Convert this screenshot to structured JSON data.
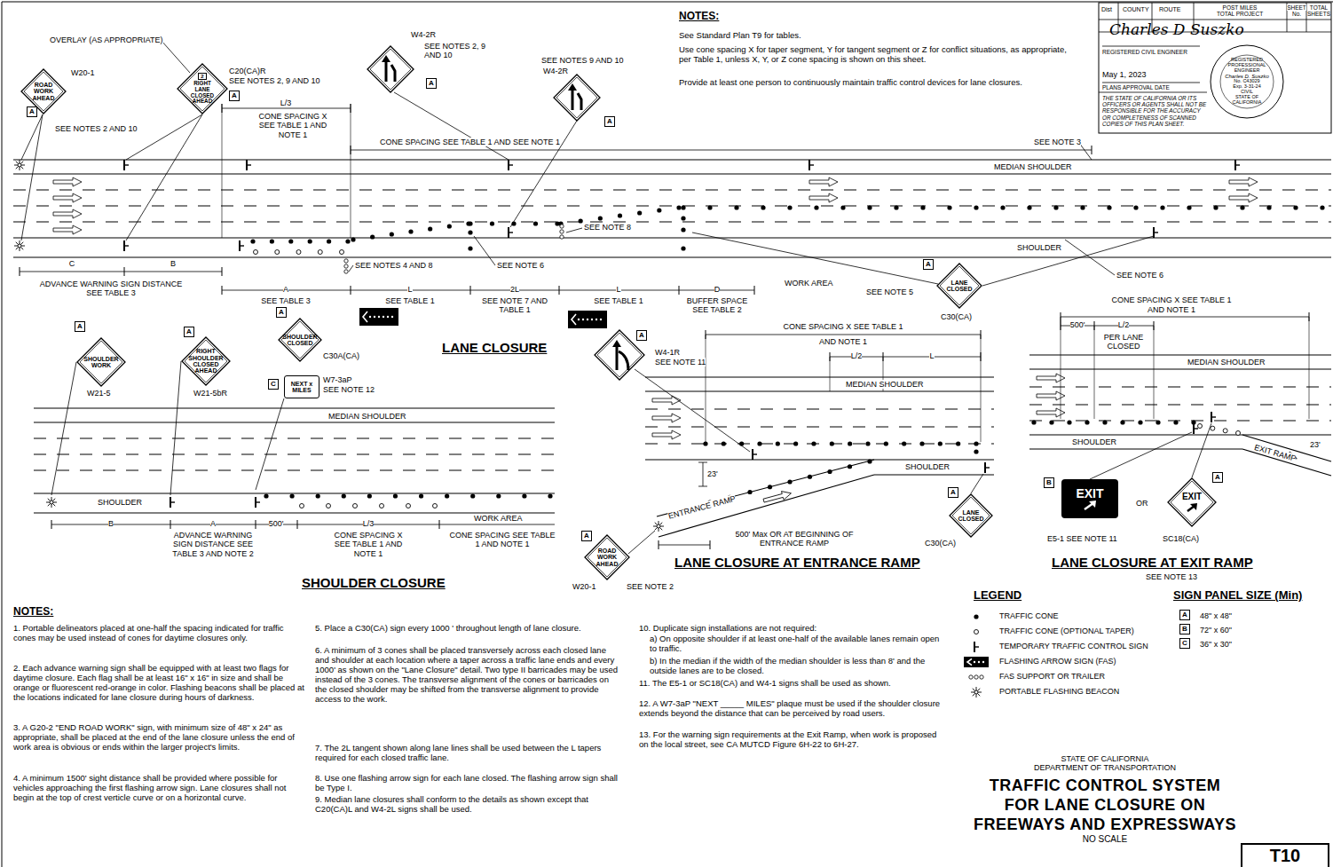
{
  "diagram": {
    "title": "TRAFFIC CONTROL SYSTEM FOR LANE CLOSURE ON FREEWAYS AND EXPRESSWAYS",
    "nodes": [
      {
        "text": [
          "ROAD WORK AHEAD"
        ]
      },
      {
        "text": [
          "A"
        ]
      },
      {
        "text": [
          "2",
          "RIGHT LANE CLOSED AHEAD"
        ]
      },
      {
        "text": [
          "A"
        ]
      },
      {
        "text": [
          "A"
        ]
      },
      {
        "text": [
          "A"
        ]
      },
      {
        "text": [
          "A"
        ]
      },
      {
        "text": [
          "LANE CLOSED"
        ]
      },
      {
        "text": [
          "SHOULDER WORK"
        ]
      },
      {
        "text": [
          "A"
        ]
      },
      {
        "text": [
          "RIGHT SHOULDER CLOSED AHEAD"
        ]
      },
      {
        "text": [
          "A"
        ]
      },
      {
        "text": [
          "SHOULDER CLOSED"
        ]
      },
      {
        "text": [
          "A"
        ]
      },
      {
        "text": [
          "C"
        ]
      },
      {
        "text": [
          "NEXT x MILES"
        ]
      },
      {
        "text": [
          "A"
        ]
      },
      {
        "text": [
          "A"
        ]
      },
      {
        "text": [
          "ROAD WORK AHEAD"
        ]
      },
      {
        "text": [
          "A"
        ]
      },
      {
        "text": [
          "LANE CLOSED"
        ]
      },
      {
        "text": [
          "B"
        ]
      },
      {
        "text": [
          "EXIT"
        ]
      },
      {
        "text": [
          "A"
        ]
      },
      {
        "text": [
          "EXIT"
        ]
      },
      {
        "text": [
          "A"
        ]
      },
      {
        "text": [
          "B"
        ]
      },
      {
        "text": [
          "C"
        ]
      },
      {
        "text": [
          "REGISTERED PROFESSIONAL ENGINEER",
          "Charles D. Suszko",
          "No. C43029",
          "Exp. 3-31-24",
          "CIVIL",
          "STATE OF CALIFORNIA"
        ]
      },
      {
        "text": [
          "T10"
        ]
      }
    ],
    "labels": [
      "NOTES:",
      "See Standard Plan T9 for tables.",
      "Use cone spacing X for taper segment, Y for tangent segment or Z for conflict situations, as appropriate, per Table 1, unless X, Y, or Z cone spacing is shown on this sheet.",
      "Provide at least one person to continuously maintain traffic control devices for lane closures.",
      "OVERLAY (AS APPROPRIATE)",
      "W20-1",
      "SEE NOTES 2 AND 10",
      "C20(CA)R",
      "SEE NOTES 2, 9 AND 10",
      "L/3",
      "CONE SPACING X SEE TABLE 1 AND NOTE 1",
      "W4-2R",
      "SEE NOTES 2, 9 AND 10",
      "SEE NOTES 9 AND 10",
      "W4-2R",
      "CONE SPACING SEE TABLE 1 AND SEE NOTE 1",
      "SEE NOTE 3",
      "MEDIAN SHOULDER",
      "SEE NOTE 8",
      "SHOULDER",
      "C",
      "B",
      "ADVANCE WARNING SIGN DISTANCE SEE TABLE 3",
      "A",
      "SEE TABLE 3",
      "SEE NOTES 4 AND 8",
      "SEE NOTE 6",
      "L",
      "SEE TABLE 1",
      "2L",
      "SEE NOTE 7 AND TABLE 1",
      "L",
      "SEE TABLE 1",
      "D",
      "BUFFER SPACE SEE TABLE 2",
      "WORK AREA",
      "SEE NOTE 5",
      "C30(CA)",
      "SEE NOTE 6",
      "LANE CLOSURE",
      "W21-5",
      "W21-5bR",
      "C30A(CA)",
      "W7-3aP",
      "SEE NOTE 12",
      "MEDIAN SHOULDER",
      "SHOULDER",
      "B",
      "A",
      "500'",
      "ADVANCE WARNING SIGN DISTANCE SEE TABLE 3 AND NOTE 2",
      "L/3",
      "CONE SPACING X SEE TABLE 1 AND NOTE 1",
      "WORK AREA",
      "CONE SPACING SEE TABLE 1 AND NOTE 1",
      "SHOULDER CLOSURE",
      "W4-1R",
      "SEE NOTE 11",
      "CONE SPACING X SEE TABLE 1",
      "AND NOTE 1",
      "L/2",
      "L",
      "MEDIAN SHOULDER",
      "23'",
      "ENTRANCE RAMP",
      "SHOULDER",
      "500' Max OR AT BEGINNING OF ENTRANCE RAMP",
      "C30(CA)",
      "W20-1",
      "SEE NOTE 2",
      "LANE CLOSURE AT ENTRANCE RAMP",
      "CONE SPACING X SEE TABLE 1",
      "AND NOTE 1",
      "500'",
      "L/2",
      "PER LANE CLOSED",
      "MEDIAN SHOULDER",
      "SHOULDER",
      "EXIT RAMP",
      "23'",
      "OR",
      "E5-1 SEE NOTE 11",
      "SC18(CA)",
      "LANE CLOSURE AT EXIT RAMP",
      "SEE NOTE 13",
      "LEGEND",
      "SIGN PANEL SIZE (Min)",
      "48\" x 48\"",
      "72\" x 60\"",
      "36\" x 30\"",
      "NOTES:",
      "1. Portable delineators placed at one-half the spacing indicated for traffic cones may be used instead of cones for daytime closures only.",
      "2. Each advance warning sign shall be equipped with at least two flags for daytime closure. Each flag shall be at least 16\" x 16\" in size and shall be orange or fluorescent red-orange in color. Flashing beacons shall be placed at the locations indicated for lane closure during hours of darkness.",
      "3. A G20-2 \"END ROAD WORK\" sign, with minimum size of 48\" x 24\" as appropriate, shall be placed at the end of the lane closure unless the end of work area is obvious or ends within the larger project's limits.",
      "4. A minimum 1500' sight distance shall be provided where possible for vehicles approaching the first flashing arrow sign. Lane closures shall not begin at the top of crest verticle curve or on a horizontal curve.",
      "5. Place a C30(CA) sign every 1000 ' throughout length of lane closure.",
      "6. A minimum of 3 cones shall be placed transversely across each closed lane and shoulder at each location where a taper across a traffic lane ends and every 1000' as shown on the \"Lane Closure\" detail. Two type II barricades may be used instead of the 3 cones. The transverse alignment of the cones or barricades on the closed shoulder may be shifted from the transverse alignment to provide access to the work.",
      "7. The 2L tangent shown along lane lines shall be used between the L tapers required for each closed traffic lane.",
      "8. Use one flashing arrow sign for each lane closed. The flashing arrow sign shall be Type I.",
      "9. Median lane closures shall conform to the details as shown except that C20(CA)L and W4-2L signs shall be used.",
      "10. Duplicate sign installations are not required:",
      "a) On opposite shoulder if at least one-half of the available lanes remain open to traffic.",
      "b) In the median if the width of the median shoulder is less than 8' and the outside lanes are to be closed.",
      "11. The E5-1 or SC18(CA) and W4-1 signs shall be used as shown.",
      "12. A W7-3aP \"NEXT _____ MILES\" plaque must be used if the shoulder closure extends beyond the distance that can be perceived by road users.",
      "13. For the warning sign requirements at the Exit Ramp, when work is proposed on the local street, see CA MUTCD Figure 6H-22 to 6H-27.",
      "STATE OF CALIFORNIA DEPARTMENT OF TRANSPORTATION",
      "NO SCALE",
      "Dist",
      "COUNTY",
      "ROUTE",
      "POST MILES TOTAL PROJECT",
      "SHEET No.",
      "TOTAL SHEETS",
      "Charles D Suszko",
      "REGISTERED CIVIL ENGINEER",
      "May 1, 2023",
      "PLANS APPROVAL DATE",
      "THE STATE OF CALIFORNIA OR ITS OFFICERS OR AGENTS SHALL NOT BE RESPONSIBLE FOR THE ACCURACY OR COMPLETENESS OF SCANNED COPIES OF THIS PLAN SHEET."
    ],
    "legend": [
      {
        "text": "TRAFFIC CONE"
      },
      {
        "text": "TRAFFIC CONE (OPTIONAL TAPER)"
      },
      {
        "text": "TEMPORARY TRAFFIC CONTROL SIGN"
      },
      {
        "text": "FLASHING ARROW SIGN (FAS)"
      },
      {
        "text": "FAS SUPPORT OR TRAILER"
      },
      {
        "text": "PORTABLE FLASHING BEACON"
      }
    ]
  }
}
